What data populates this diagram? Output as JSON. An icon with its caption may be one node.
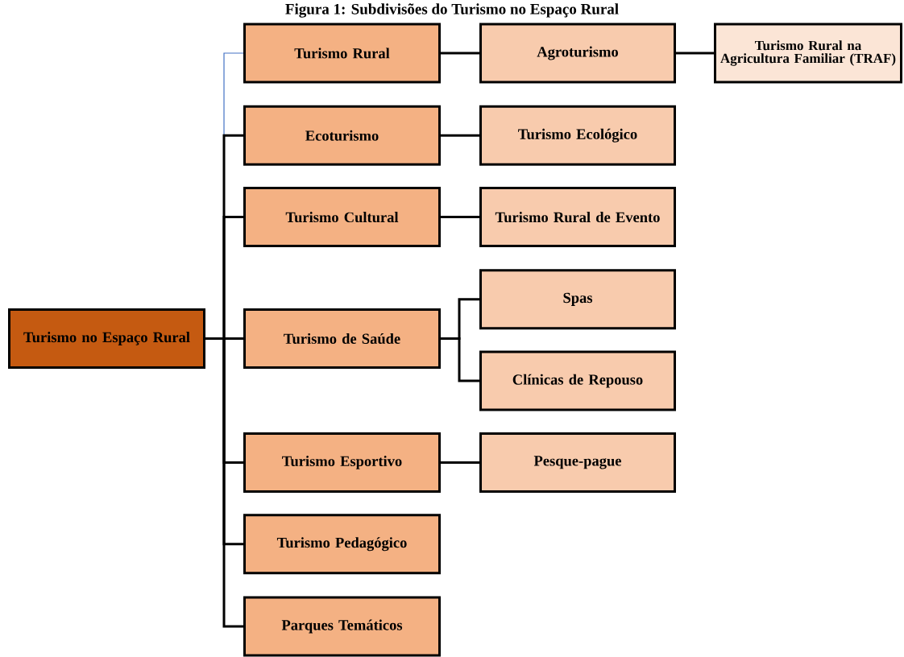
{
  "diagram": {
    "title": "Figura 1: Subdivisões do Turismo no Espaço Rural",
    "nodes": [
      {
        "text": [
          "Turismo no Espaço Rural"
        ]
      },
      {
        "text": [
          "Turismo Rural"
        ]
      },
      {
        "text": [
          "Agroturismo"
        ]
      },
      {
        "text": [
          "Turismo Rural na Agricultura Familiar (TRAF)"
        ]
      },
      {
        "text": [
          "Ecoturismo"
        ]
      },
      {
        "text": [
          "Turismo Ecológico"
        ]
      },
      {
        "text": [
          "Turismo Cultural"
        ]
      },
      {
        "text": [
          "Turismo Rural de Evento"
        ]
      },
      {
        "text": [
          "Turismo de Saúde"
        ]
      },
      {
        "text": [
          "Spas"
        ]
      },
      {
        "text": [
          "Clínicas de Repouso"
        ]
      },
      {
        "text": [
          "Turismo Esportivo"
        ]
      },
      {
        "text": [
          "Pesque-pague"
        ]
      },
      {
        "text": [
          "Turismo Pedagógico"
        ]
      },
      {
        "text": [
          "Parques Temáticos"
        ]
      }
    ],
    "edges": [
      {
        "from": 0,
        "to": 1,
        "arrow": "none",
        "color": "#4472c4"
      },
      {
        "from": 0,
        "to": 4,
        "arrow": "none"
      },
      {
        "from": 0,
        "to": 6,
        "arrow": "none"
      },
      {
        "from": 0,
        "to": 8,
        "arrow": "none"
      },
      {
        "from": 0,
        "to": 11,
        "arrow": "none"
      },
      {
        "from": 0,
        "to": 13,
        "arrow": "none"
      },
      {
        "from": 0,
        "to": 14,
        "arrow": "none"
      },
      {
        "from": 1,
        "to": 2,
        "arrow": "none"
      },
      {
        "from": 2,
        "to": 3,
        "arrow": "none"
      },
      {
        "from": 4,
        "to": 5,
        "arrow": "none"
      },
      {
        "from": 6,
        "to": 7,
        "arrow": "none"
      },
      {
        "from": 8,
        "to": 9,
        "arrow": "none"
      },
      {
        "from": 8,
        "to": 10,
        "arrow": "none"
      },
      {
        "from": 11,
        "to": 12,
        "arrow": "none"
      }
    ]
  }
}
